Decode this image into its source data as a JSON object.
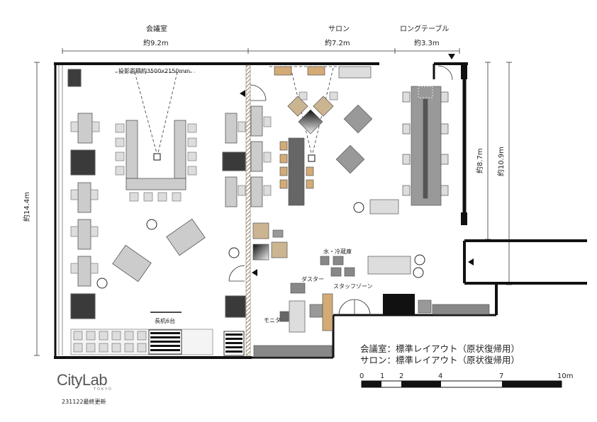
{
  "sections": {
    "conference": {
      "name": "会議室",
      "width": "約9.2m"
    },
    "salon": {
      "name": "サロン",
      "width": "約7.2m"
    },
    "long_table": {
      "name": "ロングテーブル",
      "width": "約3.3m"
    }
  },
  "dimensions": {
    "total_depth": "約14.4m",
    "right_depth_a": "約8.7m",
    "right_depth_b": "約10.9m"
  },
  "annotations": {
    "projection": "投影面積約3500x2150mm",
    "tables": "長机6台",
    "water_fridge": "水・冷蔵庫",
    "duster": "ダスター",
    "staff_zone": "スタッフゾーン",
    "monitor": "モニター"
  },
  "legend": {
    "line1": "会議室：標準レイアウト（原状復帰用）",
    "line2": "サロン：標準レイアウト（原状復帰用）"
  },
  "scale": {
    "ticks": [
      "0",
      "1",
      "2",
      "4",
      "7",
      "10m"
    ]
  },
  "logo": {
    "text": "CityLab",
    "sub": "TOKYO"
  },
  "updated": "231122最終更新"
}
